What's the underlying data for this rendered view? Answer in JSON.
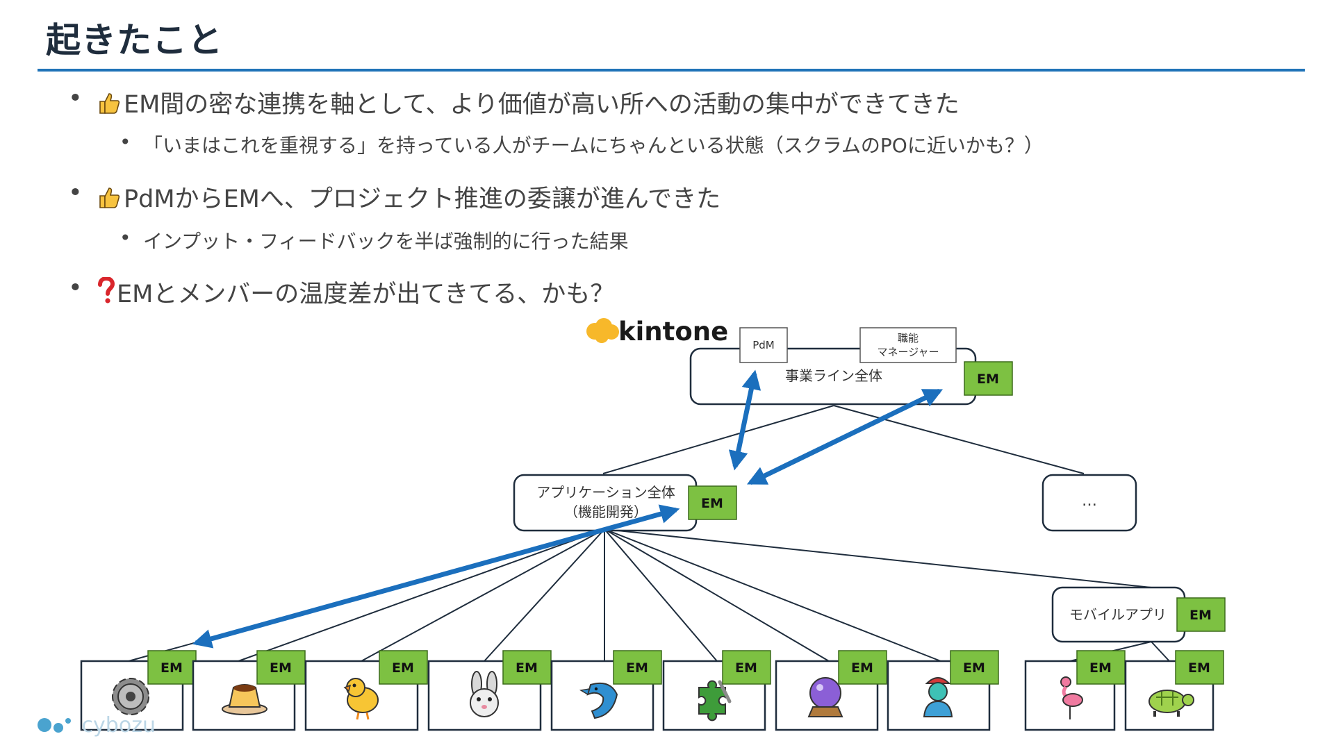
{
  "page": {
    "title": "起きたこと"
  },
  "bullets": [
    {
      "icon": "thumbs-up-icon",
      "text": "EM間の密な連携を軸として、より価値が高い所への活動の集中ができてきた",
      "sub": "「いまはこれを重視する」を持っている人がチームにちゃんといる状態（スクラムのPOに近いかも？）"
    },
    {
      "icon": "thumbs-up-icon",
      "text": "PdMからEMへ、プロジェクト推進の委譲が進んできた",
      "sub": "インプット・フィードバックを半ば強制的に行った結果"
    },
    {
      "icon": "question-mark-icon",
      "text": "EMとメンバーの温度差が出てきてる、かも？"
    }
  ],
  "diagram": {
    "brand": "kintone",
    "em_label": "EM",
    "pdm_label": "PdM",
    "func_mgr_line1": "職能",
    "func_mgr_line2": "マネージャー",
    "top_node": "事業ライン全体",
    "app_node_line1": "アプリケーション全体",
    "app_node_line2": "（機能開発）",
    "other_node": "…",
    "mobile_node": "モバイルアプリ",
    "teams": [
      {
        "icon": "gear-icon"
      },
      {
        "icon": "pudding-icon"
      },
      {
        "icon": "chick-icon"
      },
      {
        "icon": "rabbit-icon"
      },
      {
        "icon": "dolphin-icon"
      },
      {
        "icon": "puzzle-icon"
      },
      {
        "icon": "crystal-ball-icon"
      },
      {
        "icon": "genie-icon"
      },
      {
        "icon": "flamingo-icon"
      },
      {
        "icon": "turtle-icon"
      }
    ],
    "colors": {
      "em": "#7dc142",
      "arrow": "#1b6fbd",
      "line": "#1f2d3d"
    }
  },
  "footer": {
    "company_logo": "cybozu"
  }
}
